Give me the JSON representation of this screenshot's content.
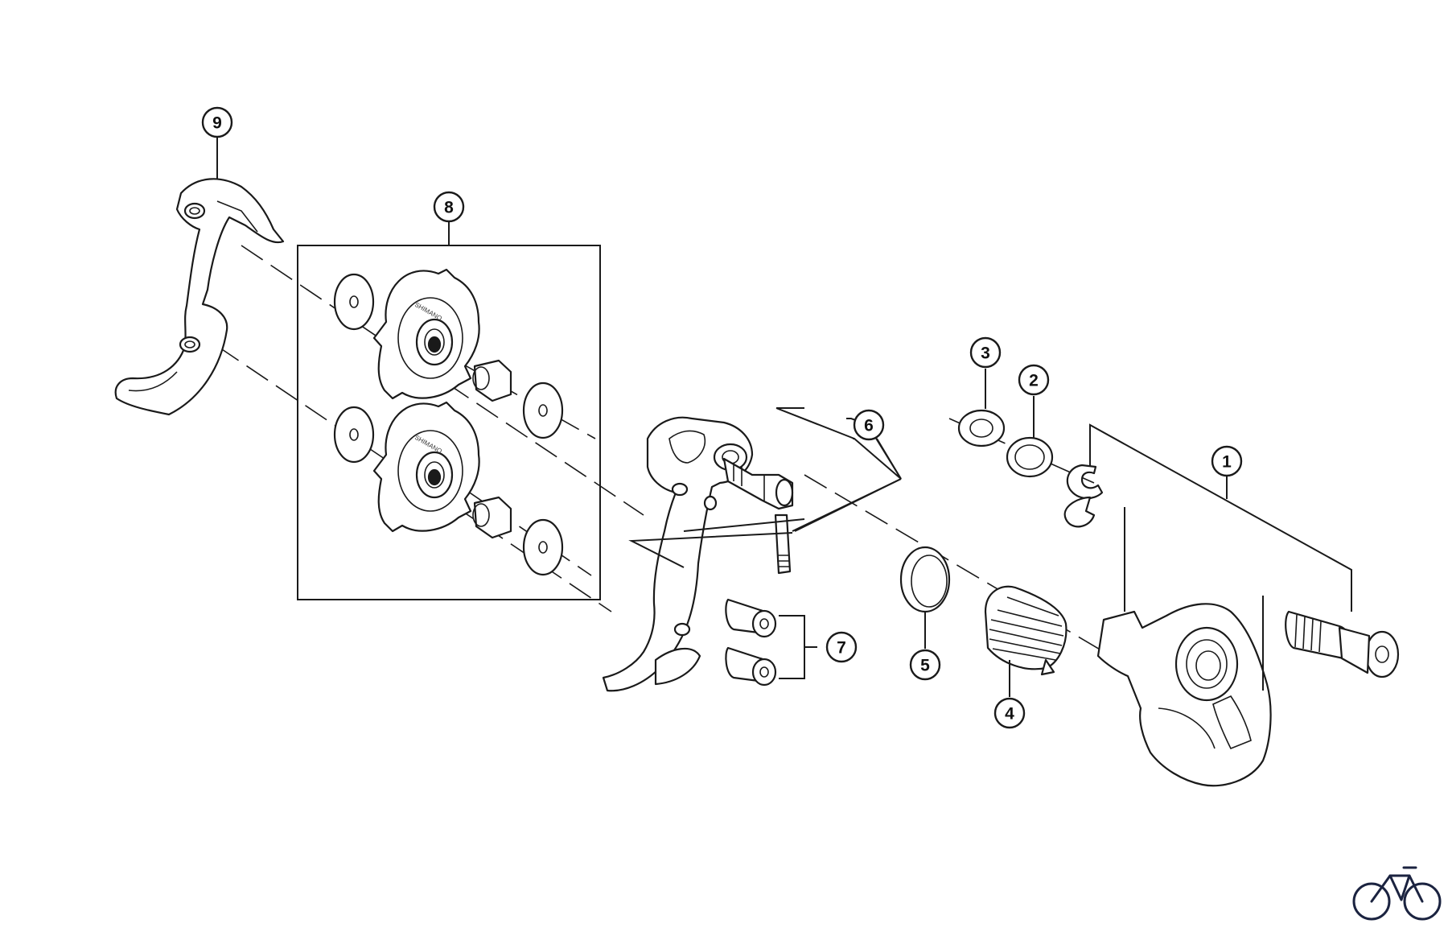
{
  "diagram": {
    "callouts": [
      {
        "id": "1",
        "label": "1"
      },
      {
        "id": "2",
        "label": "2"
      },
      {
        "id": "3",
        "label": "3"
      },
      {
        "id": "4",
        "label": "4"
      },
      {
        "id": "5",
        "label": "5"
      },
      {
        "id": "6",
        "label": "6"
      },
      {
        "id": "7",
        "label": "7"
      },
      {
        "id": "8",
        "label": "8"
      },
      {
        "id": "9",
        "label": "9"
      }
    ],
    "pulley_brand_text": "SHIMANO",
    "colors": {
      "line": "#1a1a1a",
      "background": "#ffffff",
      "logo": "#1b2340"
    },
    "logo_icon": "bicycle-icon"
  }
}
